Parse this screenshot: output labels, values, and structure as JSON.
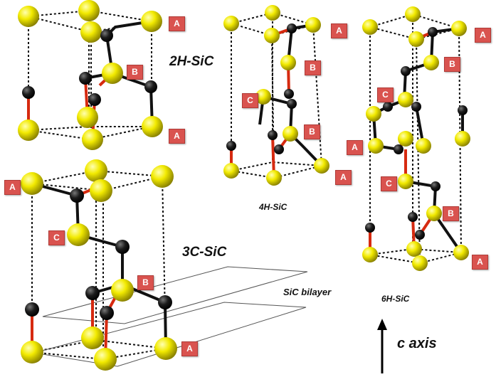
{
  "titles": {
    "h2": "2H-SiC",
    "h4": "4H-SiC",
    "h6": "6H-SiC",
    "c3": "3C-SiC",
    "bilayer": "SiC bilayer",
    "axis": "c axis"
  },
  "labels": {
    "a1": "A",
    "b1": "B",
    "a2": "A",
    "a3": "A",
    "b2": "B",
    "c1": "C",
    "b3": "B",
    "a4": "A",
    "a5": "A",
    "b4": "B",
    "c2": "C",
    "a6": "A",
    "c3": "C",
    "b5": "B",
    "a7": "A",
    "a8": "A",
    "c4": "C",
    "b6": "B",
    "a9": "A"
  },
  "colors": {
    "silicon": "#f2ea00",
    "carbon": "#151515",
    "stacking_label": "#d9534f",
    "bond_red": "#d62a10",
    "bond_black": "#111111"
  }
}
